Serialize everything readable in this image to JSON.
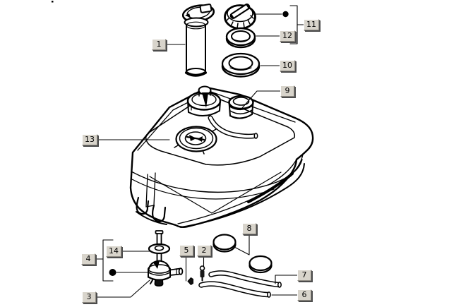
{
  "diagram": {
    "callouts": [
      {
        "label": "1"
      },
      {
        "label": "2"
      },
      {
        "label": "3"
      },
      {
        "label": "4"
      },
      {
        "label": "5"
      },
      {
        "label": "6"
      },
      {
        "label": "7"
      },
      {
        "label": "8"
      },
      {
        "label": "9"
      },
      {
        "label": "10"
      },
      {
        "label": "11"
      },
      {
        "label": "12"
      },
      {
        "label": "13"
      },
      {
        "label": "14"
      }
    ],
    "colors": {
      "line": "#000000",
      "background": "#ffffff",
      "label_face": "#d8d4cb",
      "label_shadow": "#4c4c4c",
      "label_highlight": "#ffffff"
    }
  }
}
